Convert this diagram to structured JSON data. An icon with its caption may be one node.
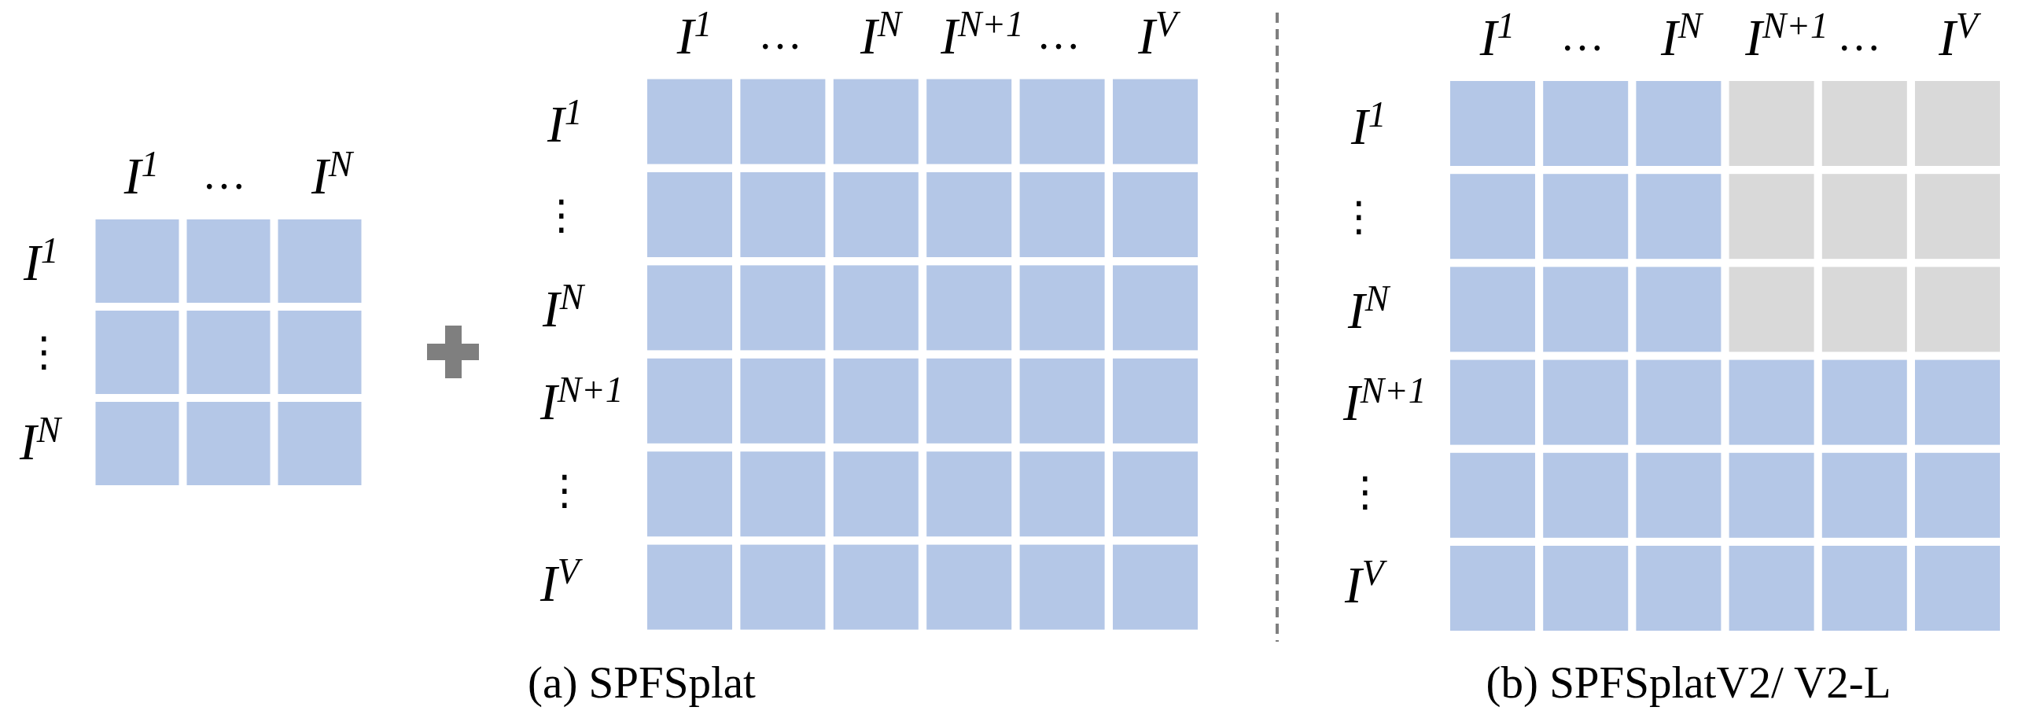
{
  "diagram": {
    "labels": [
      "I$^{1}$",
      "…",
      "I$^{N}$",
      "I$^{1}$",
      "⋮",
      "I$^{N}$",
      "I$^{1}$",
      "…",
      "I$^{N}$",
      "I$^{N+1}$",
      "…",
      "I$^{V}$",
      "I$^{1}$",
      "⋮",
      "I$^{N}$",
      "I$^{N+1}$",
      "⋮",
      "I$^{V}$",
      "(a) SPFSplat",
      "I$^{1}$",
      "…",
      "I$^{N}$",
      "I$^{N+1}$",
      "…",
      "I$^{V}$",
      "I$^{1}$",
      "⋮",
      "I$^{N}$",
      "I$^{N+1}$",
      "⋮",
      "I$^{V}$",
      "(b) SPFSplatV2/ V2-L"
    ]
  }
}
